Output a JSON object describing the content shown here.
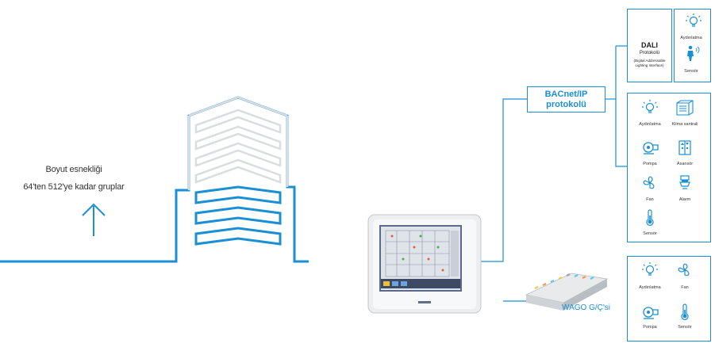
{
  "flexibility": {
    "line1": "Boyut esnekliği",
    "line2": "64'ten 512'ye kadar gruplar"
  },
  "bacnet": {
    "line1": "BACnet/IP",
    "line2": "protokolü"
  },
  "dali": {
    "title": "DALI",
    "subtitle": "Protokolü",
    "note1": "(Digital Addressable",
    "note2": "Lighting Interface)"
  },
  "dali_devices": [
    {
      "icon": "lightbulb-icon",
      "label": "Aydınlatma"
    },
    {
      "icon": "person-sensor-icon",
      "label": "Sensör"
    }
  ],
  "bacnet_devices": [
    {
      "icon": "lightbulb-icon",
      "label": "Aydınlatma"
    },
    {
      "icon": "air-conditioner-icon",
      "label": "Klima santrali"
    },
    {
      "icon": "pump-icon",
      "label": "Pompa"
    },
    {
      "icon": "elevator-icon",
      "label": "Asansör"
    },
    {
      "icon": "fan-icon",
      "label": "Fan"
    },
    {
      "icon": "alarm-icon",
      "label": "Alarm"
    },
    {
      "icon": "thermometer-icon",
      "label": "Sensör"
    }
  ],
  "wago": {
    "label": "WAGO G/Ç'si"
  },
  "wago_devices": [
    {
      "icon": "lightbulb-icon",
      "label": "Aydınlatma"
    },
    {
      "icon": "fan-icon",
      "label": "Fan"
    },
    {
      "icon": "pump-icon",
      "label": "Pompa"
    },
    {
      "icon": "thermometer-icon",
      "label": "Sensör"
    }
  ],
  "colors": {
    "accent": "#1a8fd4",
    "building_faded": "#d9dde0"
  }
}
